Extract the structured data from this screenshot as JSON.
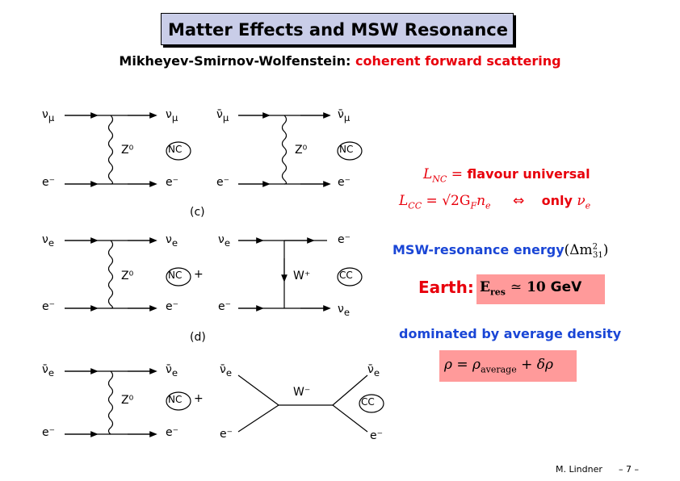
{
  "title": "Matter Effects and MSW Resonance",
  "subtitle": {
    "name": "Mikheyev-Smirnov-Wolfenstein:",
    "highlight": "coherent forward scattering"
  },
  "diagrams": {
    "c": {
      "caption": "(c)",
      "left": {
        "in_top": "ν",
        "in_top_sub": "μ",
        "out_top": "ν",
        "out_top_sub": "μ",
        "in_bot": "e⁻",
        "out_bot": "e⁻",
        "boson": "Z⁰",
        "tag": "NC"
      },
      "right": {
        "in_top": "ν̄",
        "in_top_sub": "μ",
        "out_top": "ν̄",
        "out_top_sub": "μ",
        "in_bot": "e⁻",
        "out_bot": "e⁻",
        "boson": "Z⁰",
        "tag": "NC"
      }
    },
    "d": {
      "caption": "(d)",
      "plus": "+",
      "left": {
        "in_top": "ν",
        "in_top_sub": "e",
        "out_top": "ν",
        "out_top_sub": "e",
        "in_bot": "e⁻",
        "out_bot": "e⁻",
        "boson": "Z⁰",
        "tag": "NC"
      },
      "right": {
        "in_top": "ν",
        "in_top_sub": "e",
        "out_top": "e⁻",
        "in_bot": "e⁻",
        "out_bot": "ν",
        "out_bot_sub": "e",
        "boson": "W⁺",
        "tag": "CC"
      }
    },
    "e": {
      "plus": "+",
      "left": {
        "in_top": "ν̄",
        "in_top_sub": "e",
        "out_top": "ν̄",
        "out_top_sub": "e",
        "in_bot": "e⁻",
        "out_bot": "e⁻",
        "boson": "Z⁰",
        "tag": "NC"
      },
      "right": {
        "in_top": "ν̄",
        "in_top_sub": "e",
        "out_top": "ν̄",
        "out_top_sub": "e",
        "in_bot": "e⁻",
        "out_bot": "e⁻",
        "boson": "W⁻",
        "tag": "CC"
      }
    }
  },
  "equations": {
    "lnc": {
      "lhs": "L",
      "lhs_sub": "NC",
      "eq": "=",
      "rhs": "flavour universal"
    },
    "lcc": {
      "lhs": "L",
      "lhs_sub": "CC",
      "eq": "= √2G",
      "gf_sub": "F",
      "n": "n",
      "n_sub": "e",
      "arrow": "⇔",
      "only": "only",
      "nu": "ν",
      "nu_sub": "e"
    }
  },
  "msw": {
    "label": "MSW-resonance energy",
    "open": "(Δm",
    "sup": "2",
    "sub": "31",
    "close": ")"
  },
  "earth": {
    "label": "Earth:",
    "e": "E",
    "e_sub": "res",
    "approx": "≃",
    "value": "10",
    "unit": "GeV"
  },
  "density": {
    "label": "dominated by average density",
    "lhs": "ρ",
    "eq": "= ρ",
    "sub": "average",
    "plus": "+ δρ"
  },
  "footer": {
    "author": "M. Lindner",
    "page": "– 7 –"
  },
  "colors": {
    "title_bg": "#c9cde8",
    "red": "#e8000c",
    "blue": "#1a46d6",
    "highlight_bg": "#ff9a9a"
  }
}
